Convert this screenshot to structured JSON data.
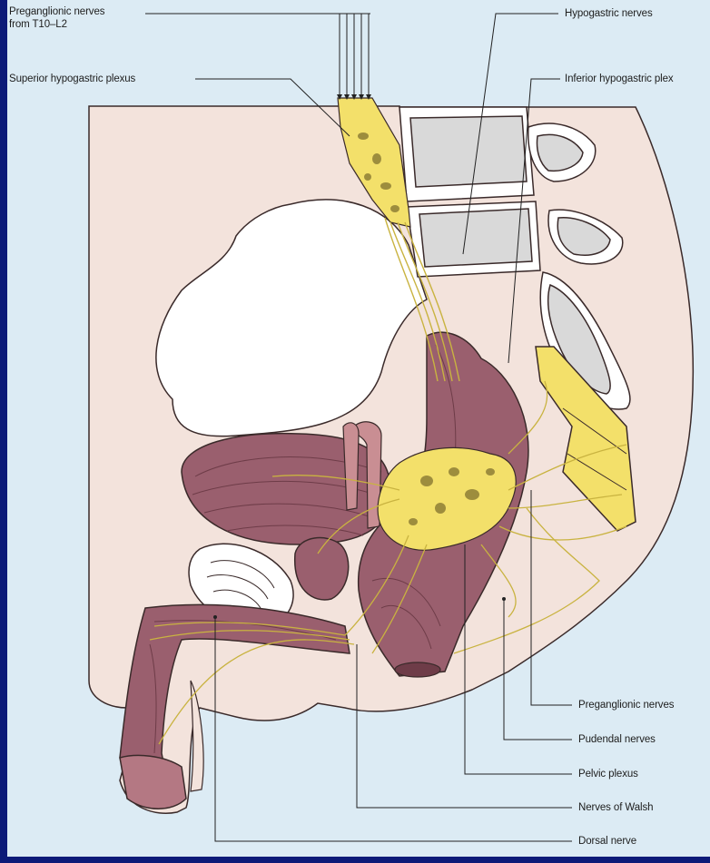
{
  "labels": {
    "preganglionic_top": "Preganglionic nerves\nfrom T10–L2",
    "superior_hypogastric": "Superior hypogastric plexus",
    "hypogastric": "Hypogastric nerves",
    "inferior_hypogastric": "Inferior hypogastric plex",
    "preganglionic_bottom": "Preganglionic nerves",
    "pudendal": "Pudendal nerves",
    "pelvic_plexus": "Pelvic plexus",
    "nerves_of_walsh": "Nerves of Walsh",
    "dorsal_nerve": "Dorsal nerve"
  },
  "colors": {
    "border": "#0c1a78",
    "panel": "#dcebf4",
    "tissue": "#f3e3dc",
    "nerve": "#f3e06a",
    "muscle": "#9a5f6e",
    "bone": "#ffffff"
  }
}
